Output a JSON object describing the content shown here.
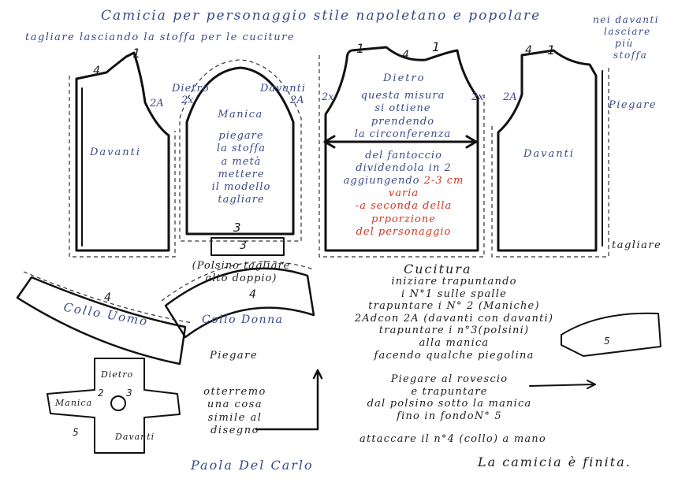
{
  "header": {
    "title": "Camicia per personaggio stile napoletano e popolare",
    "subtitle": "tagliare lasciando la stoffa per le cuciture",
    "side_note": [
      "nei davanti",
      "lasciare",
      "più",
      "stoffa"
    ]
  },
  "pieces": {
    "left_front": {
      "label": "Davanti",
      "num_top": "1",
      "num_shoulder": "4",
      "num_side": "2A"
    },
    "sleeve": {
      "label": "Manica",
      "back_label": "Dietro",
      "back_mark": "2x",
      "front_label": "Davanti",
      "front_mark": "2A",
      "instructions": [
        "piegare",
        "la stoffa",
        "a metà",
        "mettere",
        "il modello",
        "tagliare"
      ],
      "num_bottom": "3",
      "cuff_num": "3",
      "cuff_note": [
        "(Polsino tagliare",
        "alto doppio)"
      ]
    },
    "back": {
      "label": "Dietro",
      "num_left": "1",
      "num_right": "1",
      "num_neck": "4",
      "left_mark": "2x",
      "right_mark": "2x",
      "measure_text": [
        "questa misura",
        "si ottiene",
        "prendendo",
        "la circonferenza"
      ],
      "measure_text2": [
        "del fantoccio",
        "dividendola in 2",
        "aggiungendo"
      ],
      "red_cm": "2-3 cm",
      "red_text": [
        "varia",
        "-a seconda della",
        "prporzione",
        "del personaggio"
      ]
    },
    "right_front": {
      "label": "Davanti",
      "num_top": "1",
      "num_shoulder": "4",
      "mark": "2A",
      "fold_label": "Piegare",
      "cut_label": "tagliare"
    },
    "collar_man": {
      "label": "Collo Uomo",
      "num": "4"
    },
    "collar_woman": {
      "label": "Collo Donna",
      "num": "4"
    },
    "fold_label": "Piegare"
  },
  "assembly": {
    "back": "Dietro",
    "sleeve": "Manica",
    "front": "Davanti",
    "num_2": "2",
    "num_3": "3",
    "num_5": "5",
    "caption": [
      "otterremo",
      "una cosa",
      "simile al",
      "disegno"
    ]
  },
  "sewing": {
    "title": "Cucitura",
    "steps": [
      "iniziare trapuntando",
      "i N°1 sulle spalle",
      "trapuntare i N° 2 (Maniche)",
      "2Adcon 2A (davanti con davanti)",
      "trapuntare i n°3(polsini)",
      "alla manica",
      "facendo qualche piegolina"
    ],
    "fold_steps": [
      "Piegare al rovescio",
      "e trapuntare",
      "dal polsino sotto la manica",
      "fino in fondoN° 5"
    ],
    "collar_step": "attaccare il n°4 (collo) a mano",
    "sketch_num": "5"
  },
  "footer": {
    "author": "Paola Del Carlo",
    "finish": "La camicia è finita."
  }
}
